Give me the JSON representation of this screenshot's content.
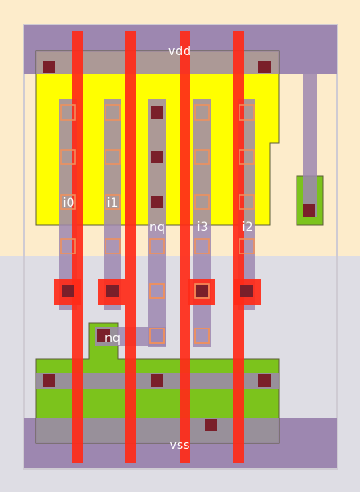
{
  "labels": {
    "vdd": "vdd",
    "vss": "vss",
    "i0": "i0",
    "i1": "i1",
    "nq_top": "nq",
    "i3": "i3",
    "i2": "i2",
    "nq_bottom": "nq"
  },
  "colors": {
    "nwell": "#fdeccb",
    "pwell": "#dedde4",
    "border": "#cfcbd3",
    "metal1": "#9d87b0",
    "pdiff": "#ffff00",
    "ndiff": "#7cc31c",
    "poly": "#ff2a18",
    "contact": "#7a1f2a",
    "via": "#f0905c",
    "outline": "#5b5b38"
  }
}
